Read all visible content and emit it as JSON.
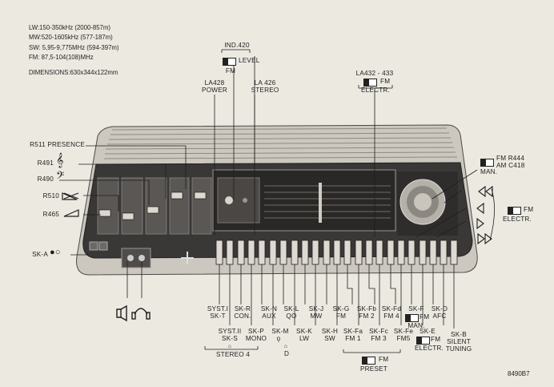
{
  "specs": {
    "lw": "LW:150-350kHz (2000-857m)",
    "mw": "MW:520-1605kHz (577-187m)",
    "sw": "SW: 5,95-9,775MHz (594-397m)",
    "fm": "FM: 87,5-104(108)MHz",
    "dimensions": "DIMENSIONS:630x344x122mm"
  },
  "top_labels": {
    "ind_420": "IND.420",
    "level": "LEVEL",
    "fm_under_level": "FM",
    "la428": "LA428",
    "power": "POWER",
    "la426": "LA 426",
    "stereo": "STEREO",
    "la432": "LA432 - 433",
    "fm_electr_top_fm": "FM",
    "electr_top": "ELECTR."
  },
  "left_labels": {
    "r511": "R511 PRESENCE",
    "r491": "R491",
    "r490": "R490",
    "r510": "R510",
    "r465": "R465",
    "ska": "SK-A"
  },
  "right_labels": {
    "fm_r444": "FM R444",
    "am_c418": "AM C418",
    "man": "MAN.",
    "fm_electr_fm": "FM",
    "fm_electr": "ELECTR."
  },
  "bottom_labels": {
    "syst1": "SYST.I",
    "skt": "SK-T",
    "skr": "SK-R",
    "con": "CON.",
    "skn": "SK-N",
    "aux": "AUX",
    "skl": "SK-L",
    "skj": "SK-J",
    "mw": "MW",
    "skg": "SK-G",
    "fm_g": "FM",
    "skfb": "SK-Fb",
    "fm2": "FM 2",
    "skfd": "SK-Fd",
    "fm4": "FM 4",
    "skf": "SK-F",
    "fm_man_fm": "FM",
    "man": "MAN.",
    "skd": "SK-D",
    "afc": "AFC",
    "syst2": "SYST.II",
    "sks": "SK-S",
    "stereo4": "STEREO 4",
    "skp": "SK-P",
    "mono": "MONO",
    "skm": "SK-M",
    "skk": "SK-K",
    "lw": "LW",
    "skh": "SK-H",
    "sw": "SW",
    "skfa": "SK-Fa",
    "fm1": "FM 1",
    "skfc": "SK-Fc",
    "fm3": "FM 3",
    "skfe": "SK-Fe",
    "fm5": "FM5",
    "ske": "SK-E",
    "fm_electr_fm": "FM",
    "electr": "ELECTR.",
    "skb": "SK-B",
    "silent": "SILENT",
    "tuning": "TUNING",
    "preset_fm": "FM",
    "preset": "PRESET"
  },
  "figure_code": "8490B7"
}
